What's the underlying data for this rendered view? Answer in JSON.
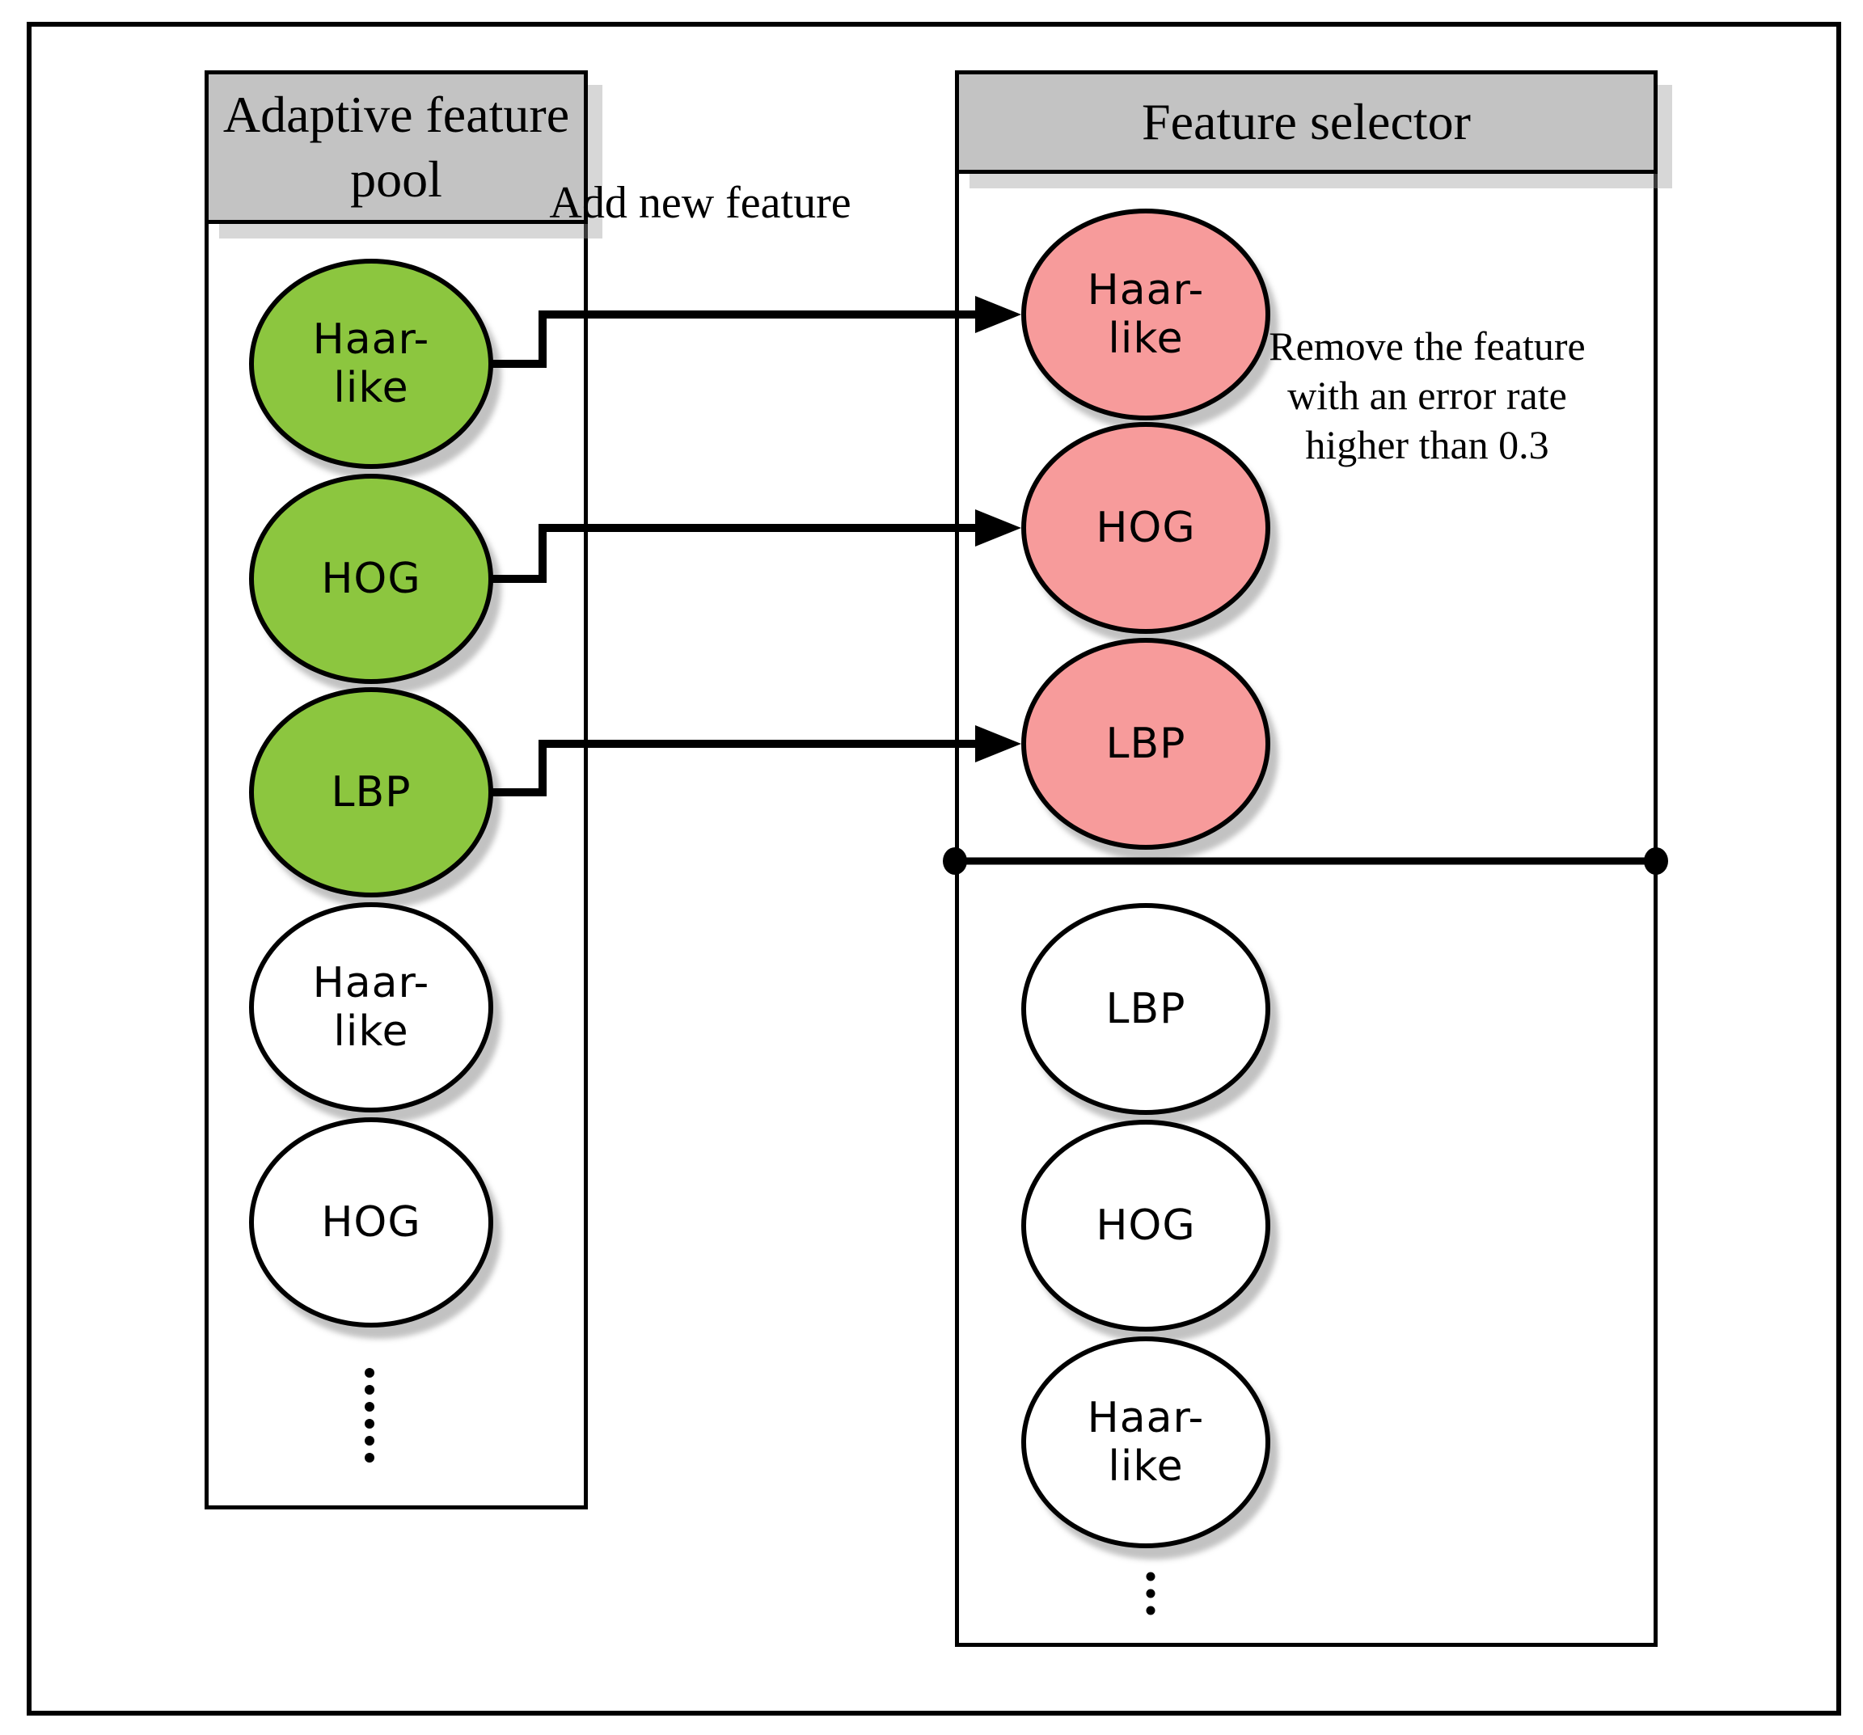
{
  "diagram": {
    "pool": {
      "title": "Adaptive feature pool",
      "nodes": [
        {
          "label": "Haar-like",
          "state": "green"
        },
        {
          "label": "HOG",
          "state": "green"
        },
        {
          "label": "LBP",
          "state": "green"
        },
        {
          "label": "Haar-like",
          "state": "white"
        },
        {
          "label": "HOG",
          "state": "white"
        }
      ],
      "ellipsis_dots": 6
    },
    "selector": {
      "title": "Feature selector",
      "nodes": [
        {
          "label": "Haar-like",
          "state": "pink"
        },
        {
          "label": "HOG",
          "state": "pink"
        },
        {
          "label": "LBP",
          "state": "pink"
        },
        {
          "label": "LBP",
          "state": "white"
        },
        {
          "label": "HOG",
          "state": "white"
        },
        {
          "label": "Haar-like",
          "state": "white"
        }
      ],
      "ellipsis_dots": 3
    },
    "annotations": {
      "add_new_feature": "Add new feature",
      "remove_rule": "Remove the feature with an error rate higher than 0.3"
    },
    "colors": {
      "green": "#8cc63f",
      "pink": "#f79b9b",
      "header_gray": "#c3c3c3",
      "ink": "#000000"
    }
  }
}
